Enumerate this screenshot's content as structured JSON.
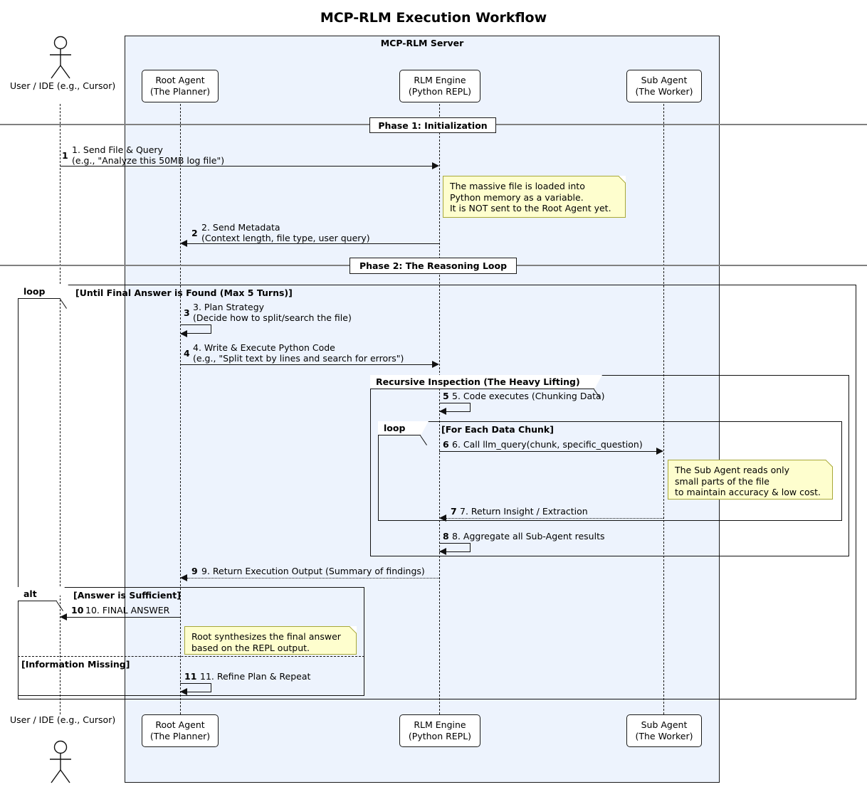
{
  "title": "MCP-RLM Execution Workflow",
  "group": {
    "label": "MCP-RLM Server"
  },
  "actor": {
    "name": "User / IDE",
    "sub": "(e.g., Cursor)"
  },
  "participants": [
    {
      "name": "Root Agent",
      "sub": "(The Planner)"
    },
    {
      "name": "RLM Engine",
      "sub": "(Python REPL)"
    },
    {
      "name": "Sub Agent",
      "sub": "(The Worker)"
    }
  ],
  "dividers": [
    {
      "label": "Phase 1: Initialization"
    },
    {
      "label": "Phase 2: The Reasoning Loop"
    }
  ],
  "frames": [
    {
      "type": "loop",
      "condition": "[Until Final Answer is Found (Max 5 Turns)]"
    },
    {
      "type": "group",
      "condition": "Recursive Inspection (The Heavy Lifting)"
    },
    {
      "type": "loop",
      "condition": "[For Each Data Chunk]"
    },
    {
      "type": "alt",
      "condition": "[Answer is Sufficient]",
      "else": "[Information Missing]"
    }
  ],
  "messages": [
    {
      "num": "1",
      "line1": "1. Send File & Query",
      "line2": "(e.g., \"Analyze this 50MB log file\")"
    },
    {
      "num": "2",
      "line1": "2. Send Metadata",
      "line2": "(Context length, file type, user query)"
    },
    {
      "num": "3",
      "line1": "3. Plan Strategy",
      "line2": "(Decide how to split/search the file)"
    },
    {
      "num": "4",
      "line1": "4. Write & Execute Python Code",
      "line2": "(e.g., \"Split text by lines and search for errors\")"
    },
    {
      "num": "5",
      "line1": "5. Code executes (Chunking Data)",
      "line2": ""
    },
    {
      "num": "6",
      "line1": "6. Call llm_query(chunk, specific_question)",
      "line2": ""
    },
    {
      "num": "7",
      "line1": "7. Return Insight / Extraction",
      "line2": ""
    },
    {
      "num": "8",
      "line1": "8. Aggregate all Sub-Agent results",
      "line2": ""
    },
    {
      "num": "9",
      "line1": "9. Return Execution Output (Summary of findings)",
      "line2": ""
    },
    {
      "num": "10",
      "line1": "10. FINAL ANSWER",
      "line2": ""
    },
    {
      "num": "11",
      "line1": "11. Refine Plan & Repeat",
      "line2": ""
    }
  ],
  "notes": [
    {
      "text": "The massive file is loaded into\nPython memory as a variable.\nIt is NOT sent to the Root Agent yet."
    },
    {
      "text": "The Sub Agent reads only\nsmall parts of the file\nto maintain accuracy & low cost."
    },
    {
      "text": "Root synthesizes the final answer\nbased on the REPL output."
    }
  ],
  "colors": {
    "group_fill": "#EDF3FD",
    "note_fill": "#FEFECE",
    "note_border": "#A8A838",
    "line": "#111111"
  }
}
